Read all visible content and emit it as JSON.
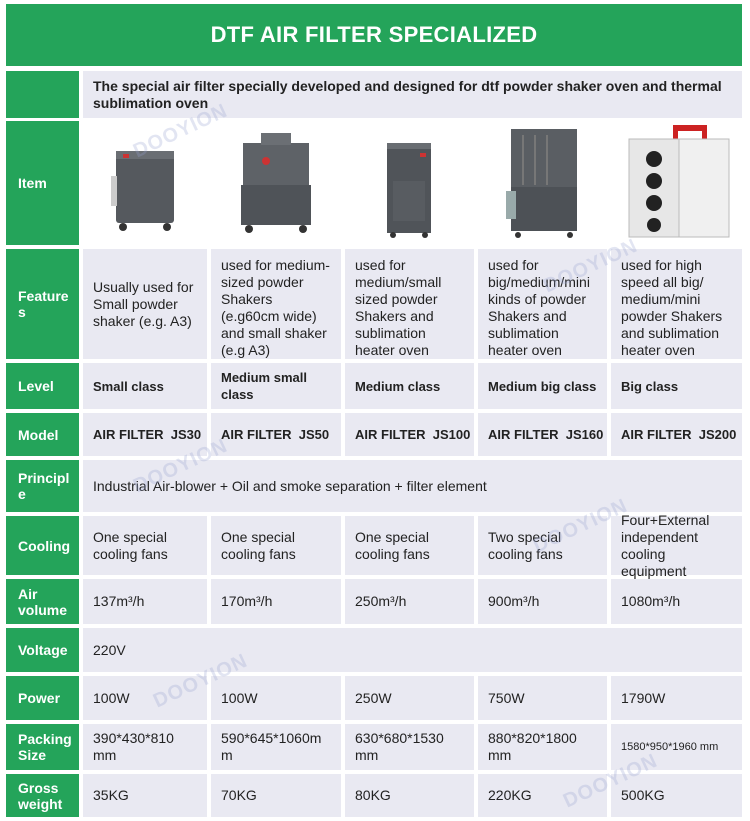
{
  "title": "DTF AIR FILTER SPECIALIZED",
  "intro": "The special air filter specially developed and designed for dtf powder shaker oven and thermal sublimation oven",
  "watermark": "DOOYION",
  "labels": {
    "item": "Item",
    "features": "Feature s",
    "level": "Level",
    "model": "Model",
    "principle": "Principl e",
    "cooling": "Cooling",
    "air_volume": "Air volume",
    "voltage": "Voltage",
    "power": "Power",
    "packing_size": "Packing Size",
    "gross_weight": "Gross weight"
  },
  "principle": "Industrial Air-blower + Oil and smoke separation + filter element",
  "voltage": "220V",
  "products": [
    {
      "feature": "Usually used for Small powder shaker (e.g. A3)",
      "level": "Small class",
      "model": "AIR FILTER  JS30",
      "cooling": "One special cooling fans",
      "air_volume": "137m³/h",
      "power": "100W",
      "packing": "390*430*810 mm",
      "weight": "35KG"
    },
    {
      "feature": "used for medium-sized powder Shakers (e.g60cm wide) and small shaker (e.g A3)",
      "level": "Medium small class",
      "model": "AIR FILTER  JS50",
      "cooling": "One special cooling fans",
      "air_volume": "170m³/h",
      "power": "100W",
      "packing": "590*645*1060m m",
      "weight": "70KG"
    },
    {
      "feature": "used for medium/small sized powder Shakers and sublimation heater oven",
      "level": "Medium class",
      "model": "AIR FILTER  JS100",
      "cooling": "One special cooling fans",
      "air_volume": "250m³/h",
      "power": "250W",
      "packing": "630*680*1530 mm",
      "weight": "80KG"
    },
    {
      "feature": "used for big/medium/mini kinds of powder Shakers and sublimation heater oven",
      "level": "Medium big class",
      "model": "AIR FILTER  JS160",
      "cooling": "Two special cooling fans",
      "air_volume": "900m³/h",
      "power": "750W",
      "packing": "880*820*1800 mm",
      "weight": "220KG"
    },
    {
      "feature": "used for high speed all big/ medium/mini powder Shakers and sublimation heater oven",
      "level": "Big class",
      "model": "AIR FILTER  JS200",
      "cooling": "Four+External independent cooling equipment",
      "air_volume": "1080m³/h",
      "power": "1790W",
      "packing": "1580*950*1960 mm",
      "weight": "500KG"
    }
  ]
}
